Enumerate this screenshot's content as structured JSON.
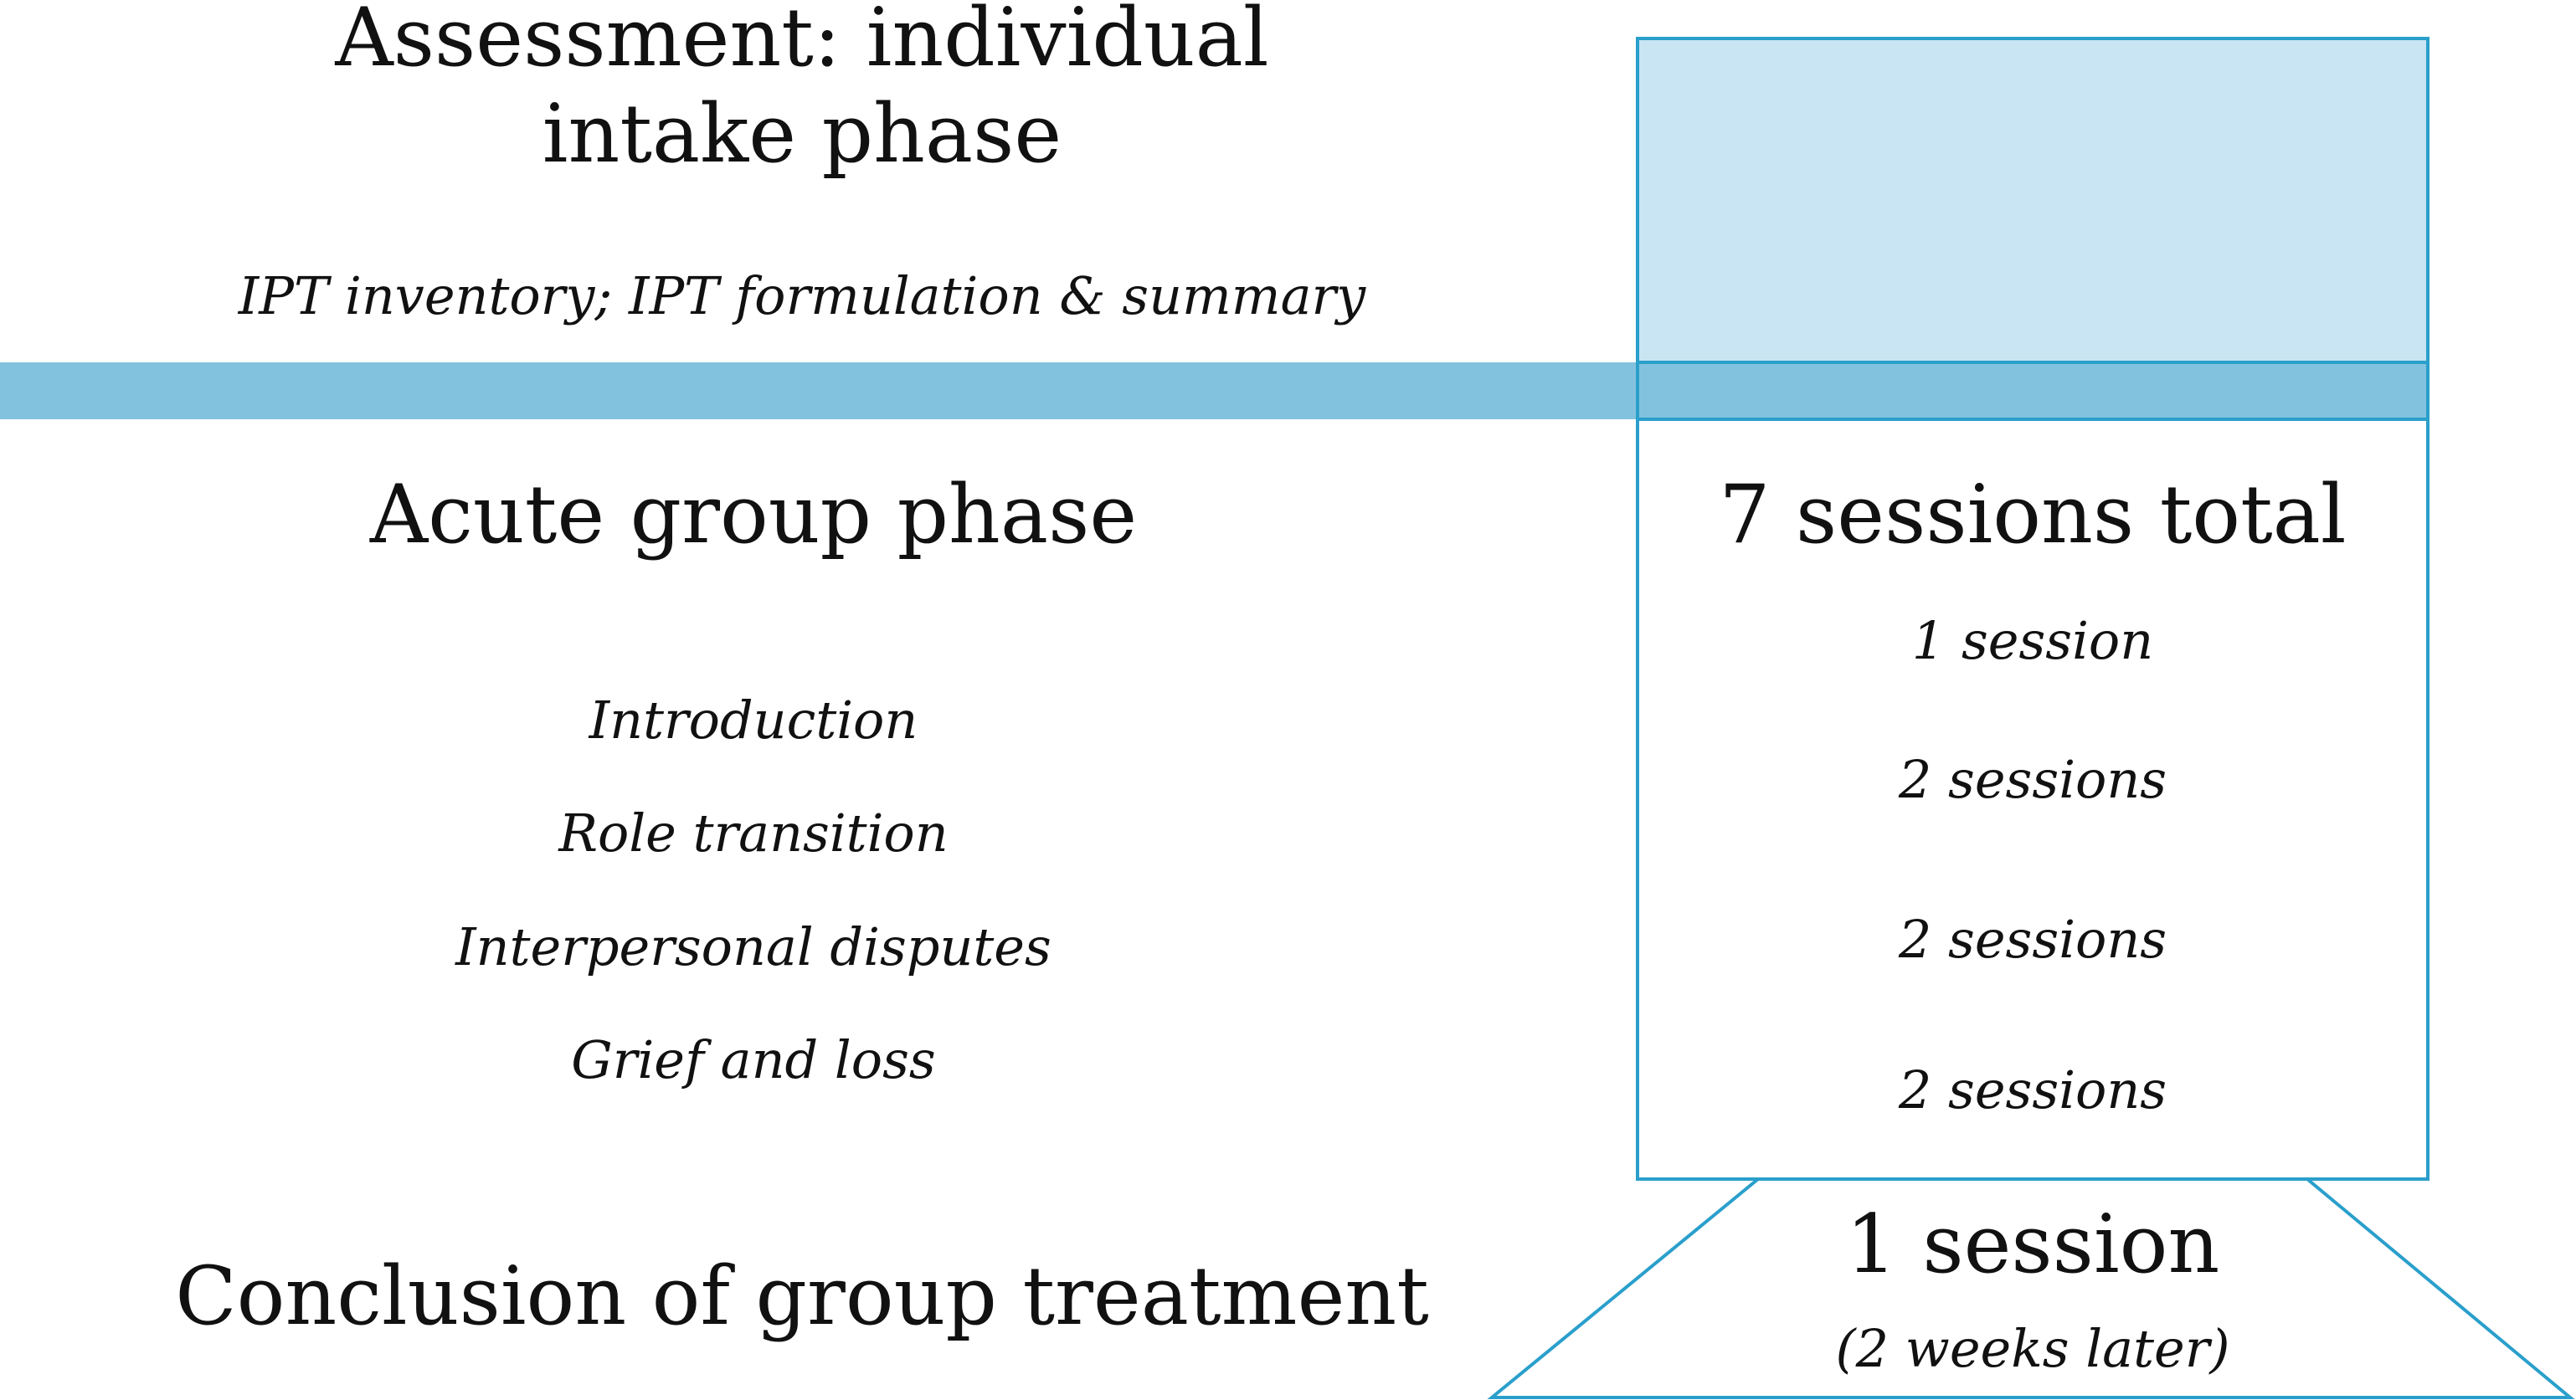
{
  "colors": {
    "band": "#83c2df",
    "box_fill": "#c9e4f2",
    "outline": "#2a9fcb",
    "text": "#111111"
  },
  "assessment": {
    "title_line1": "Assessment: individual",
    "title_line2": "intake phase",
    "details": "IPT inventory; IPT formulation & summary"
  },
  "acute": {
    "title": "Acute group phase",
    "topics": [
      "Introduction",
      "Role transition",
      "Interpersonal disputes",
      "Grief and loss"
    ],
    "total": "7 sessions total",
    "session_counts": [
      "1 session",
      "2 sessions",
      "2 sessions",
      "2 sessions"
    ]
  },
  "conclusion": {
    "title": "Conclusion of group treatment",
    "sessions": "1 session",
    "timing": "(2 weeks later)"
  }
}
